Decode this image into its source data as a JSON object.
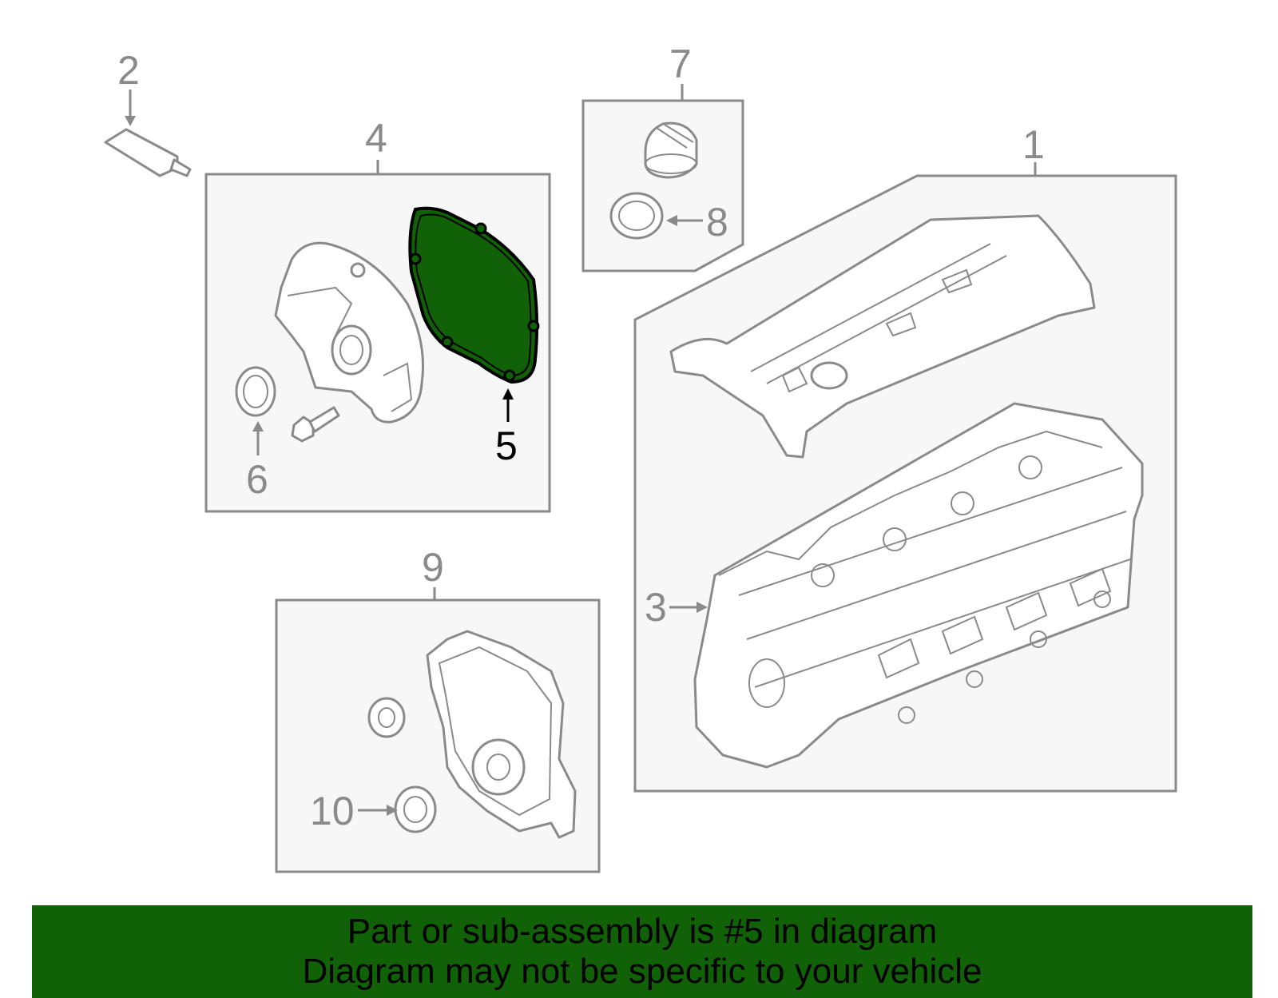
{
  "colors": {
    "highlight": "#116206",
    "line": "#8a8a8a",
    "box_fill": "#f7f7f7"
  },
  "callouts": {
    "c1": "1",
    "c2": "2",
    "c3": "3",
    "c4": "4",
    "c5": "5",
    "c6": "6",
    "c7": "7",
    "c8": "8",
    "c9": "9",
    "c10": "10"
  },
  "highlighted_part": "5",
  "banner": {
    "line1": "Part or sub-assembly is #5 in diagram",
    "line2": "Diagram may not be specific to your vehicle"
  }
}
